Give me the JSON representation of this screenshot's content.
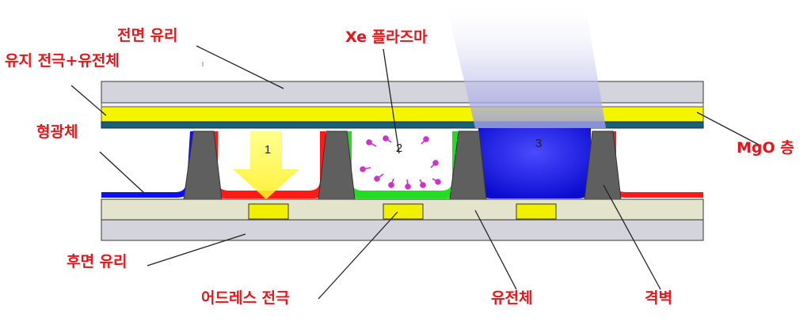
{
  "labels": {
    "front_glass": "전면 유리",
    "sustain_electrode": "유지 전극+유전체",
    "phosphor": "형광체",
    "rear_glass": "후면 유리",
    "address_electrode": "어드레스 전극",
    "xe_plasma": "Xe 플라즈마",
    "mgo_layer": "MgO 층",
    "dielectric": "유전체",
    "barrier_rib": "격벽"
  },
  "cells": [
    "1",
    "2",
    "3"
  ],
  "colors": {
    "label": "#e8141b",
    "glass": "#d4d4dc",
    "sustain_layer": "#f5f500",
    "mgo": "#1a5f7a",
    "dielectric": "#e4e4cc",
    "barrier": "#5f5f5f",
    "phosphor_red": "#ff1a1a",
    "phosphor_green": "#22dd22",
    "phosphor_blue": "#1010ee",
    "address_electrode": "#f0f000",
    "plasma_ion": "#cc33cc"
  }
}
